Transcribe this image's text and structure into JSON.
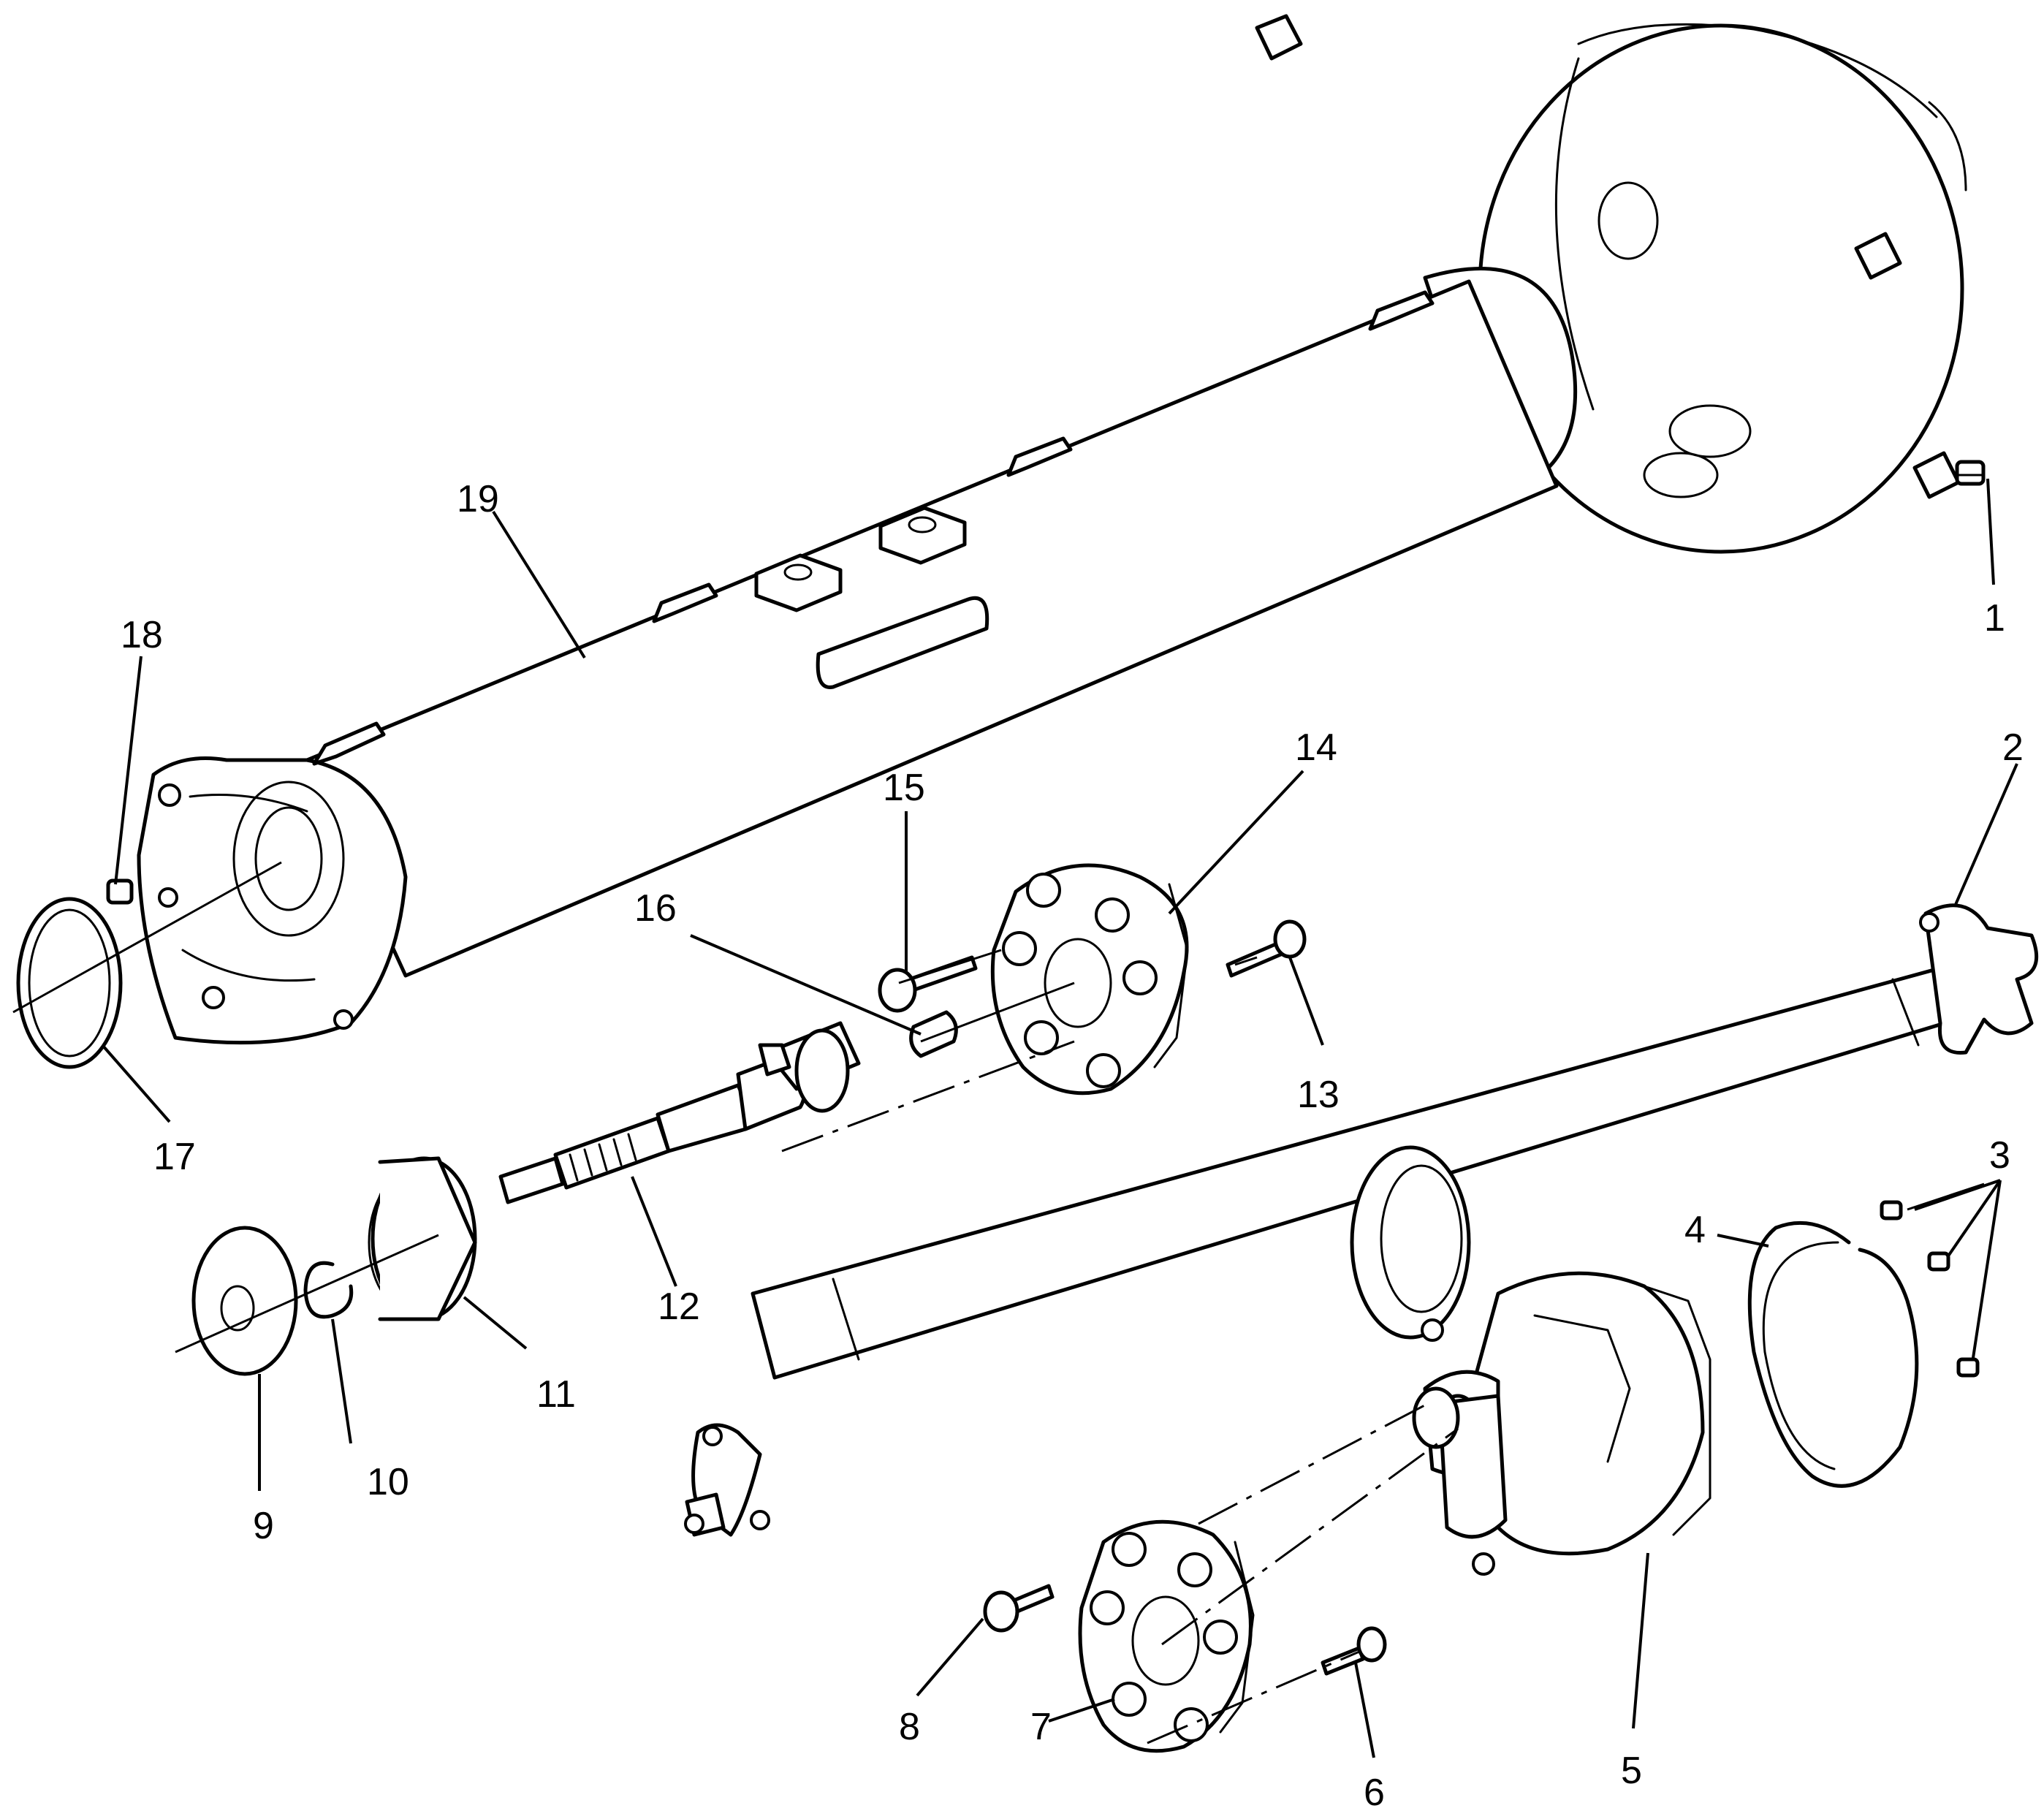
{
  "callouts": {
    "c1": "1",
    "c2": "2",
    "c3": "3",
    "c4": "4",
    "c5": "5",
    "c6": "6",
    "c7": "7",
    "c8": "8",
    "c9": "9",
    "c10": "10",
    "c11": "11",
    "c12": "12",
    "c13": "13",
    "c14": "14",
    "c15": "15",
    "c16": "16",
    "c17": "17",
    "c18": "18",
    "c19": "19"
  },
  "style": {
    "line_color": "#000000",
    "background": "#ffffff"
  }
}
